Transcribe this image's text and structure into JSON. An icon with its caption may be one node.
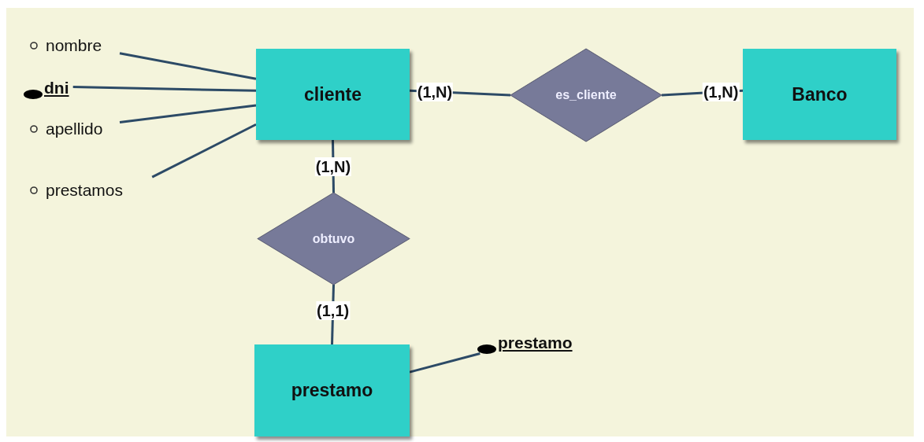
{
  "diagram": {
    "nodes": [
      {
        "text": [
          "nombre"
        ]
      },
      {
        "text": [
          "dni"
        ]
      },
      {
        "text": [
          "apellido"
        ]
      },
      {
        "text": [
          "prestamos"
        ]
      },
      {
        "text": [
          "cliente"
        ]
      },
      {
        "text": [
          "es_cliente"
        ]
      },
      {
        "text": [
          "Banco"
        ]
      },
      {
        "text": [
          "obtuvo"
        ]
      },
      {
        "text": [
          "prestamo"
        ]
      },
      {
        "text": [
          "prestamo"
        ]
      }
    ],
    "edges": [
      {
        "from": 0,
        "to": 4,
        "arrow": "none"
      },
      {
        "from": 1,
        "to": 4,
        "arrow": "none"
      },
      {
        "from": 2,
        "to": 4,
        "arrow": "none"
      },
      {
        "from": 3,
        "to": 4,
        "arrow": "none"
      },
      {
        "from": 4,
        "to": 5,
        "arrow": "none",
        "label": "(1,N)"
      },
      {
        "from": 5,
        "to": 6,
        "arrow": "none",
        "label": "(1,N)"
      },
      {
        "from": 4,
        "to": 7,
        "arrow": "none",
        "label": "(1,N)"
      },
      {
        "from": 7,
        "to": 8,
        "arrow": "none",
        "label": "(1,1)"
      },
      {
        "from": 8,
        "to": 9,
        "arrow": "none"
      }
    ]
  }
}
